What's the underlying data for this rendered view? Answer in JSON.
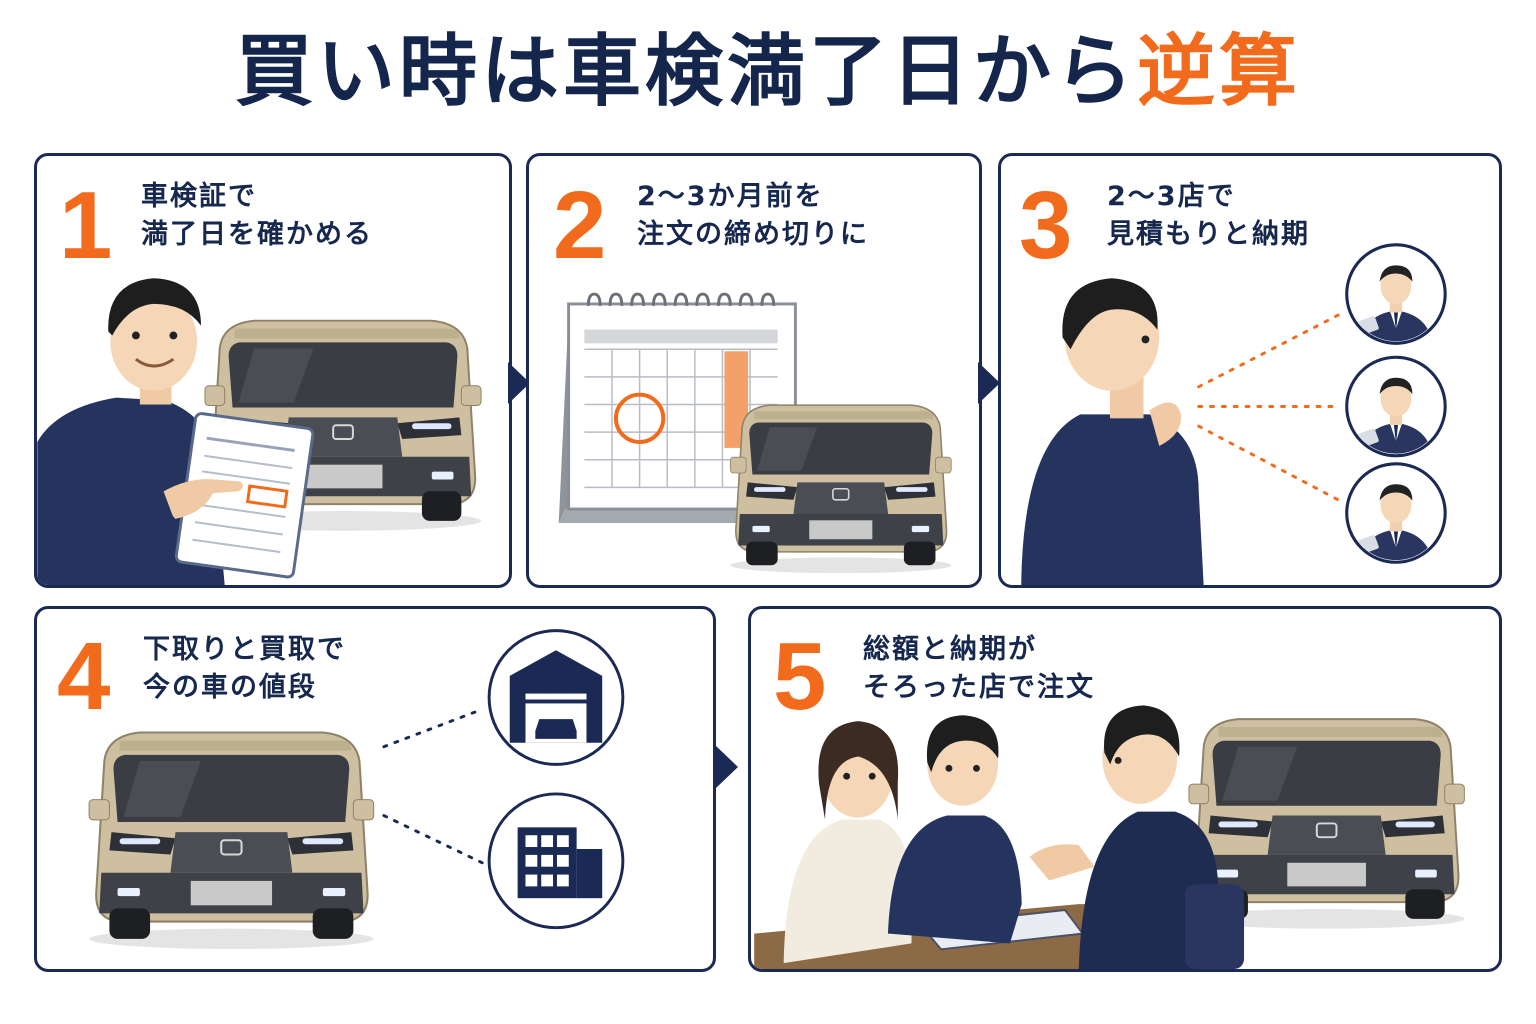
{
  "title": {
    "main": "買い時は車検満了日から",
    "accent": "逆算"
  },
  "steps": [
    {
      "number": "1",
      "line1": "車検証で",
      "line2": "満了日を確かめる"
    },
    {
      "number": "2",
      "line1": "2〜3か月前を",
      "line2": "注文の締め切りに"
    },
    {
      "number": "3",
      "line1": "2〜3店で",
      "line2": "見積もりと納期"
    },
    {
      "number": "4",
      "line1": "下取りと買取で",
      "line2": "今の車の値段"
    },
    {
      "number": "5",
      "line1": "総額と納期が",
      "line2": "そろった店で注文"
    }
  ],
  "colors": {
    "navy": "#1b2a55",
    "orange": "#f26a1b",
    "car_beige": "#cdbf9f",
    "car_grey": "#4a4d53"
  },
  "icons": [
    "flow-arrow-icon",
    "calendar-icon",
    "garage-icon",
    "building-icon",
    "document-icon"
  ]
}
